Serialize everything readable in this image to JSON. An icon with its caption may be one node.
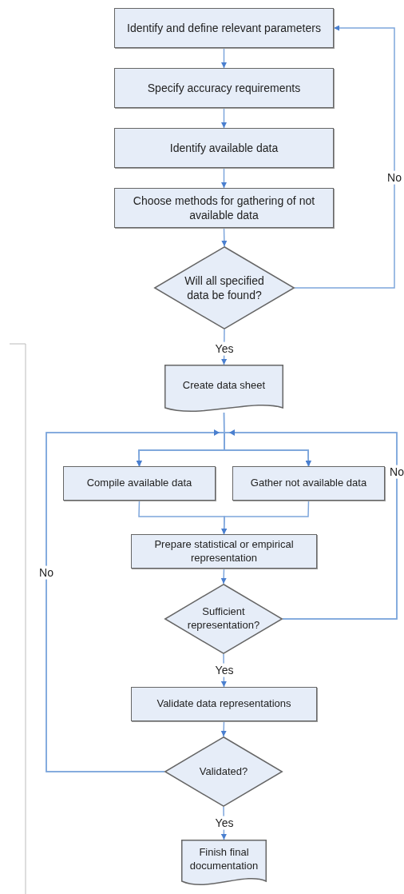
{
  "diagram": {
    "nodes": [
      {
        "text": [
          "Identify and define relevant parameters"
        ]
      },
      {
        "text": [
          "Specify accuracy requirements"
        ]
      },
      {
        "text": [
          "Identify available data"
        ]
      },
      {
        "text": [
          "Choose methods for gathering of not available data"
        ]
      },
      {
        "text": [
          "Will all specified data be found?"
        ]
      },
      {
        "text": [
          "Create data sheet"
        ]
      },
      {
        "text": [
          "Compile available data"
        ]
      },
      {
        "text": [
          "Gather not available data"
        ]
      },
      {
        "text": [
          "Prepare statistical or empirical representation"
        ]
      },
      {
        "text": [
          "Sufficient representation?"
        ]
      },
      {
        "text": [
          "Validate data representations"
        ]
      },
      {
        "text": [
          "Validated?"
        ]
      },
      {
        "text": [
          "Finish final documentation"
        ]
      }
    ],
    "edges": [
      {
        "from": 0,
        "to": 1,
        "arrow": "to"
      },
      {
        "from": 1,
        "to": 2,
        "arrow": "to"
      },
      {
        "from": 2,
        "to": 3,
        "arrow": "to"
      },
      {
        "from": 3,
        "to": 4,
        "arrow": "to"
      },
      {
        "from": 4,
        "to": 0,
        "arrow": "to",
        "label": "No"
      },
      {
        "from": 4,
        "to": 5,
        "arrow": "to",
        "label": "Yes"
      },
      {
        "from": 5,
        "to": 6,
        "arrow": "to"
      },
      {
        "from": 5,
        "to": 7,
        "arrow": "to"
      },
      {
        "from": 9,
        "to": 6,
        "arrow": "to",
        "label": "No"
      },
      {
        "from": 9,
        "to": 7,
        "arrow": "to"
      },
      {
        "from": 11,
        "to": 6,
        "arrow": "to",
        "label": "No"
      },
      {
        "from": 11,
        "to": 7,
        "arrow": "to"
      },
      {
        "from": 6,
        "to": 8,
        "arrow": "to"
      },
      {
        "from": 7,
        "to": 8,
        "arrow": "to"
      },
      {
        "from": 8,
        "to": 9,
        "arrow": "to"
      },
      {
        "from": 9,
        "to": 10,
        "arrow": "to",
        "label": "Yes"
      },
      {
        "from": 10,
        "to": 11,
        "arrow": "to"
      },
      {
        "from": 11,
        "to": 12,
        "arrow": "to",
        "label": "Yes"
      }
    ]
  }
}
